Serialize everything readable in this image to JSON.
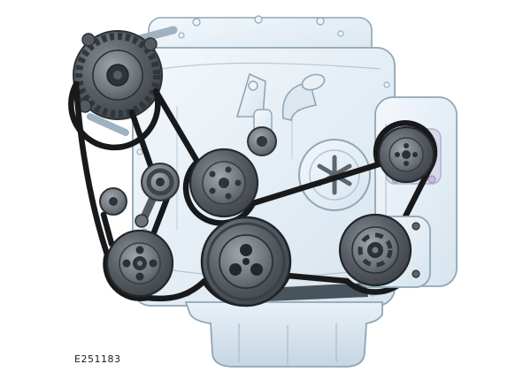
{
  "figure": {
    "caption": "E251183",
    "type": "engine-front-accessory-drive-belt-routing-diagram"
  },
  "diagram": {
    "parts": [
      "alternator",
      "drive-belt",
      "belt-tensioner-assembly",
      "idler-pulley-upper",
      "idler-pulley-center",
      "idler-pulley-lower-left",
      "crankshaft-pulley",
      "coolant-pump-pulley",
      "ac-compressor",
      "engine-block",
      "valve-cover",
      "oil-pan",
      "front-cover-plate",
      "coolant-outlet-pipe"
    ]
  },
  "colors": {
    "background": "#ffffff",
    "engine_light": "#eef5fa",
    "engine_mid": "#d7e4ee",
    "outline": "#8fa6b6",
    "pulley_dark": "#43484d",
    "pulley_mid": "#757c83",
    "belt": "#17191b",
    "bracket_purple": "#d8d4ea",
    "label_text": "#1a1a1a"
  }
}
